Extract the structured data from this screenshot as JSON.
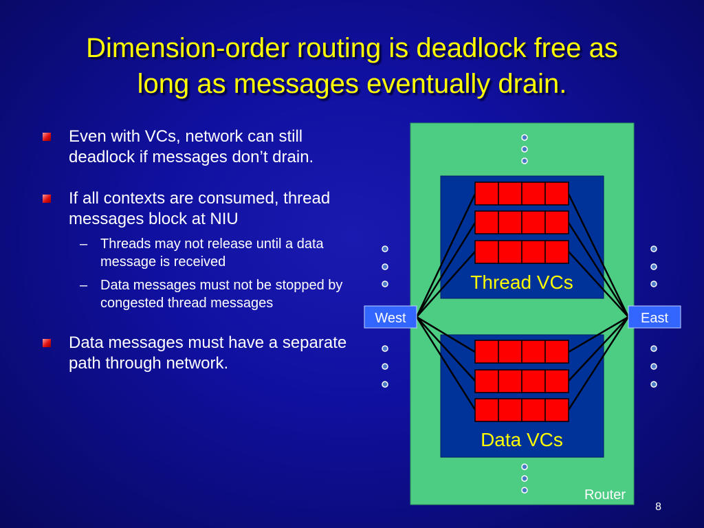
{
  "slide": {
    "title_line1": "Dimension-order routing is deadlock free as",
    "title_line2": "long as messages eventually drain.",
    "page_number": "8"
  },
  "bullets": [
    {
      "text": "Even with VCs, network can still deadlock if messages don’t drain."
    },
    {
      "text": "If all contexts are consumed, thread messages block at NIU",
      "sub": [
        "Threads may not release until a data message is received",
        "Data messages must not be stopped by congested thread messages"
      ]
    },
    {
      "text": "Data messages must have a separate path through network."
    }
  ],
  "diagram": {
    "thread_vcs_label": "Thread VCs",
    "data_vcs_label": "Data VCs",
    "west_label": "West",
    "east_label": "East",
    "router_label": "Router",
    "dash_symbol": "–",
    "colors": {
      "router": "#4dcc84",
      "vc_box": "#003399",
      "buffer": "#ff0000",
      "port": "#3366ff",
      "label_yellow": "#ffff00",
      "background": "#1010a0"
    }
  }
}
